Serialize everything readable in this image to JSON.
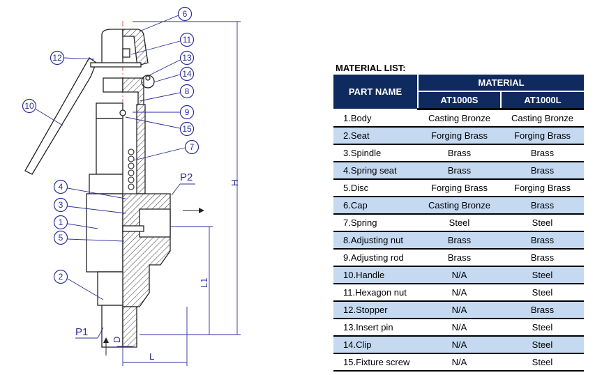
{
  "drawing": {
    "callouts": [
      "6",
      "11",
      "12",
      "13",
      "14",
      "8",
      "10",
      "9",
      "15",
      "7",
      "4",
      "3",
      "1",
      "5",
      "2"
    ],
    "ports": {
      "p1": "P1",
      "p2": "P2"
    },
    "dimensions": {
      "h": "H",
      "l1": "L1",
      "d": "D",
      "l": "L"
    }
  },
  "material_list": {
    "title": "MATERIAL LIST:",
    "headers": {
      "part_name": "PART NAME",
      "material": "MATERIAL",
      "col1": "AT1000S",
      "col2": "AT1000L"
    },
    "rows": [
      {
        "name": "1.Body",
        "s": "Casting Bronze",
        "l": "Casting Bronze"
      },
      {
        "name": "2.Seat",
        "s": "Forging Brass",
        "l": "Forging Brass"
      },
      {
        "name": "3.Spindle",
        "s": "Brass",
        "l": "Brass"
      },
      {
        "name": "4.Spring seat",
        "s": "Brass",
        "l": "Brass"
      },
      {
        "name": "5.Disc",
        "s": "Forging Brass",
        "l": "Forging Brass"
      },
      {
        "name": "6.Cap",
        "s": "Casting Bronze",
        "l": "Brass"
      },
      {
        "name": "7.Spring",
        "s": "Steel",
        "l": "Steel"
      },
      {
        "name": "8.Adjusting nut",
        "s": "Brass",
        "l": "Brass"
      },
      {
        "name": "9.Adjusting rod",
        "s": "Brass",
        "l": "Brass"
      },
      {
        "name": "10.Handle",
        "s": "N/A",
        "l": "Steel"
      },
      {
        "name": "11.Hexagon nut",
        "s": "N/A",
        "l": "Steel"
      },
      {
        "name": "12.Stopper",
        "s": "N/A",
        "l": "Brass"
      },
      {
        "name": "13.Insert pin",
        "s": "N/A",
        "l": "Steel"
      },
      {
        "name": "14.Clip",
        "s": "N/A",
        "l": "Steel"
      },
      {
        "name": "15.Fixture screw",
        "s": "N/A",
        "l": "Steel"
      }
    ]
  },
  "colors": {
    "header_bg": "#0f2a5e",
    "alt_row": "#c5d9f1",
    "drawing_blue": "#2a2f9a"
  }
}
